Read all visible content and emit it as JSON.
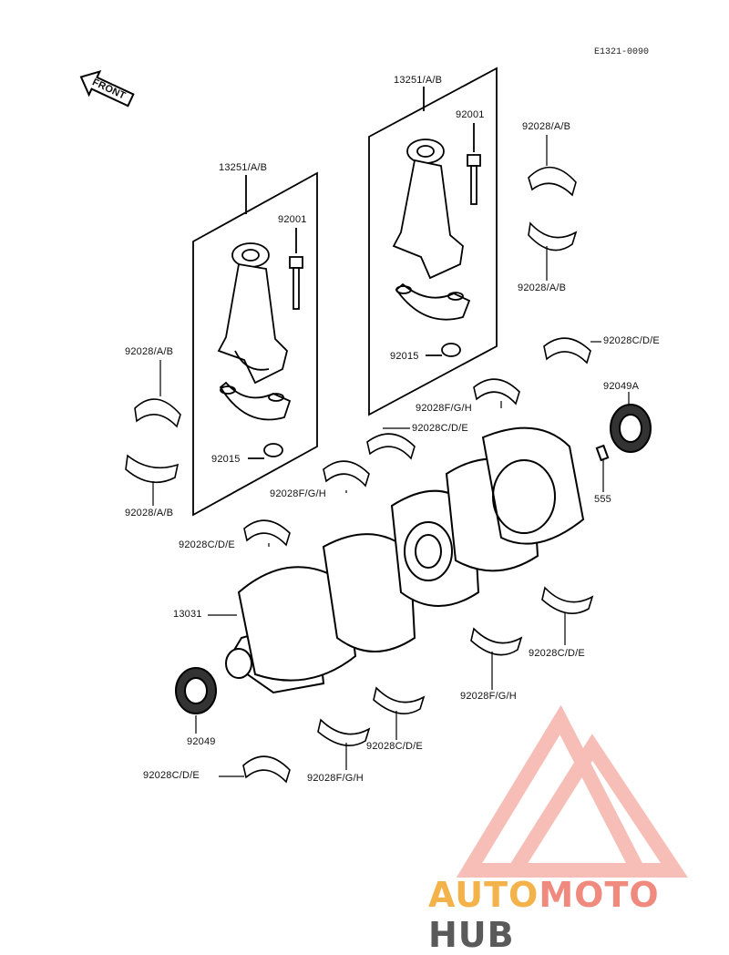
{
  "diagram": {
    "reference_code": "E1321-0090",
    "front_label": "FRONT",
    "labels": {
      "conrod_left": "13251/A/B",
      "conrod_right": "13251/A/B",
      "bolt_left": "92001",
      "bolt_right": "92001",
      "nut_left": "92015",
      "nut_right": "92015",
      "bearing_tr_upper": "92028/A/B",
      "bearing_tr_lower": "92028/A/B",
      "bearing_l_upper": "92028/A/B",
      "bearing_l_lower": "92028/A/B",
      "main_r1": "92028C/D/E",
      "main_fgh_1": "92028F/G/H",
      "main_c_center": "92028C/D/E",
      "main_fgh_2": "92028F/G/H",
      "main_cde_left": "92028C/D/E",
      "oil_seal_right": "92049A",
      "pin": "555",
      "crankshaft": "13031",
      "main_cde_r2": "92028C/D/E",
      "main_fgh_r": "92028F/G/H",
      "seal_left": "92049",
      "main_cde_bottom": "92028C/D/E",
      "main_fgh_bottom": "92028F/G/H",
      "main_cde_bottom_left": "92028C/D/E"
    }
  },
  "watermark": {
    "part1": "AUTO",
    "part2": "MOTO",
    "part3": "HUB",
    "color_auto": "#f4b24a",
    "color_moto": "#f08a7e",
    "color_hub": "#5a5a5a"
  }
}
